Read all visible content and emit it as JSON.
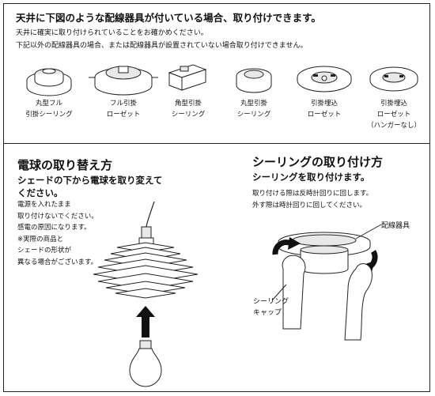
{
  "top": {
    "title": "天井に下図のような配線器具が付いている場合、取り付けできます。",
    "line1": "天井に確実に取り付けられていることをお確かめください。",
    "line2": "下記以外の配線器具の場合、または配線器具が設置されていない場合取り付けできません。",
    "fixtures": [
      {
        "l1": "丸型フル",
        "l2": "引掛シーリング",
        "l3": ""
      },
      {
        "l1": "フル引掛",
        "l2": "ローゼット",
        "l3": ""
      },
      {
        "l1": "角型引掛",
        "l2": "シーリング",
        "l3": ""
      },
      {
        "l1": "丸型引掛",
        "l2": "シーリング",
        "l3": ""
      },
      {
        "l1": "引掛埋込",
        "l2": "ローゼット",
        "l3": ""
      },
      {
        "l1": "引掛埋込",
        "l2": "ローゼット",
        "l3": "（ハンガーなし）"
      }
    ]
  },
  "bulb": {
    "title": "電球の取り替え方",
    "sub1": "シェードの下から電球を取り変えて",
    "sub2": "ください。",
    "body": [
      "電源を入れたまま",
      "取り付けないでください。",
      "感電の原因になります。",
      "※実際の商品と",
      "シェードの形状が",
      "異なる場合がございます。"
    ]
  },
  "ceiling": {
    "title": "シーリングの取り付け方",
    "sub": "シーリングを取り付けます。",
    "line1": "取り付ける際は反時計回りに回します。",
    "line2": "外す際は時計回りに回してください。",
    "label_fixture": "配線器具",
    "label_cap1": "シーリング",
    "label_cap2": "キャップ"
  }
}
